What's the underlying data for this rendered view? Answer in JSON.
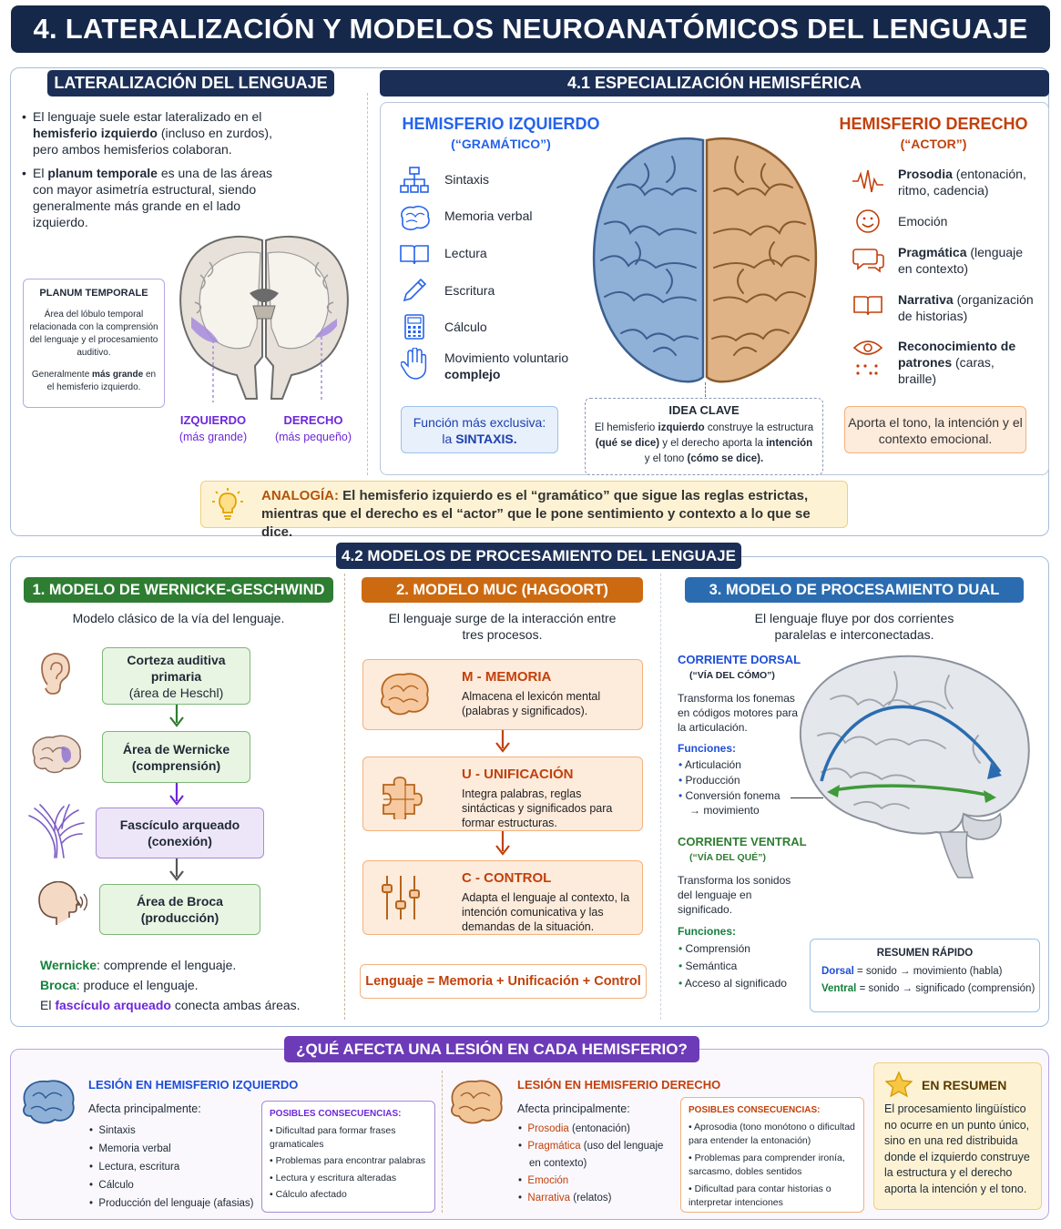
{
  "title": "4. LATERALIZACIÓN Y MODELOS NEUROANATÓMICOS DEL LENGUAJE",
  "lat": {
    "header": "LATERALIZACIÓN DEL LENGUAJE",
    "b1a": "El lenguaje suele estar lateralizado en el",
    "b1b": "hemisferio izquierdo",
    "b1c": "(incluso en zurdos), pero ambos hemisferios colaboran.",
    "b2a": "El",
    "b2b": "planum temporale",
    "b2c": "es una de las áreas con mayor asimetría estructural, siendo generalmente más grande en el lado izquierdo.",
    "pt_title": "PLANUM TEMPORALE",
    "pt_desc": "Área del lóbulo temporal relacionada con la comprensión del lenguaje y el procesamiento auditivo.",
    "pt_note_a": "Generalmente",
    "pt_note_b": "más grande",
    "pt_note_c": "en el hemisferio izquierdo.",
    "left_label": "IZQUIERDO",
    "left_sub": "(más grande)",
    "right_label": "DERECHO",
    "right_sub": "(más pequeño)"
  },
  "spec": {
    "header": "4.1 ESPECIALIZACIÓN HEMISFÉRICA",
    "left_title": "HEMISFERIO IZQUIERDO",
    "left_sub": "(“GRAMÁTICO”)",
    "left_items": [
      "Sintaxis",
      "Memoria verbal",
      "Lectura",
      "Escritura",
      "Cálculo"
    ],
    "left_item6a": "Movimiento voluntario",
    "left_item6b": "complejo",
    "left_box_a": "Función más exclusiva:",
    "left_box_b": "la",
    "left_box_c": "SINTAXIS.",
    "right_title": "HEMISFERIO DERECHO",
    "right_sub": "(“ACTOR”)",
    "r1a": "Prosodia",
    "r1b": "(entonación, ritmo, cadencia)",
    "r2": "Emoción",
    "r3a": "Pragmática",
    "r3b": "(lenguaje en contexto)",
    "r4a": "Narrativa",
    "r4b": "(organización de historias)",
    "r5a": "Reconocimiento de patrones",
    "r5b": "(caras, braille)",
    "right_box_a": "Aporta el tono,",
    "right_box_b": "la intención y el contexto emocional.",
    "idea_title": "IDEA CLAVE",
    "idea_a": "El hemisferio",
    "idea_b": "izquierdo",
    "idea_c": "construye la estructura",
    "idea_d": "(qué se dice)",
    "idea_e": "y el derecho aporta la",
    "idea_f": "intención",
    "idea_g": "y el tono",
    "idea_h": "(cómo se dice).",
    "analogy_a": "ANALOGÍA:",
    "analogy_b": "El hemisferio izquierdo es el “gramático” que sigue las reglas estrictas,",
    "analogy_c": "mientras que el derecho es el “actor” que le pone sentimiento y contexto a lo que se dice."
  },
  "models": {
    "header": "4.2 MODELOS DE PROCESAMIENTO DEL LENGUAJE",
    "w": {
      "header": "1. MODELO DE WERNICKE-GESCHWIND",
      "desc": "Modelo clásico de la vía del lenguaje.",
      "s1a": "Corteza auditiva",
      "s1b": "primaria",
      "s1c": "(área de Heschl)",
      "s2a": "Área de Wernicke",
      "s2b": "(comprensión)",
      "s3a": "Fascículo arqueado",
      "s3b": "(conexión)",
      "s4a": "Área de Broca",
      "s4b": "(producción)",
      "f1a": "Wernicke",
      "f1b": ": comprende el lenguaje.",
      "f2a": "Broca",
      "f2b": ": produce el lenguaje.",
      "f3a": "El",
      "f3b": "fascículo arqueado",
      "f3c": "conecta ambas áreas."
    },
    "muc": {
      "header": "2. MODELO MUC (HAGOORT)",
      "desc_a": "El lenguaje surge de la interacción entre",
      "desc_b": "tres procesos.",
      "m_t": "M - MEMORIA",
      "m_d": "Almacena el lexicón mental (palabras y significados).",
      "u_t": "U - UNIFICACIÓN",
      "u_d": "Integra palabras, reglas sintácticas y significados para formar estructuras.",
      "c_t": "C - CONTROL",
      "c_d": "Adapta el lenguaje al contexto, la intención comunicativa y las demandas de la situación.",
      "formula": "Lenguaje = Memoria + Unificación + Control"
    },
    "dual": {
      "header": "3. MODELO DE PROCESAMIENTO DUAL",
      "desc_a": "El lenguaje fluye por dos corrientes",
      "desc_b": "paralelas e interconectadas.",
      "dorsal_t": "CORRIENTE DORSAL",
      "dorsal_s": "(“VÍA DEL CÓMO”)",
      "dorsal_d": "Transforma los fonemas en códigos motores para la articulación.",
      "func": "Funciones:",
      "dorsal_f": [
        "Articulación",
        "Producción",
        "Conversión fonema"
      ],
      "dorsal_f3b": "→ movimiento",
      "ventral_t": "CORRIENTE VENTRAL",
      "ventral_s": "(“VÍA DEL QUÉ”)",
      "ventral_d": "Transforma los sonidos del lenguaje en significado.",
      "ventral_f": [
        "Comprensión",
        "Semántica",
        "Acceso al significado"
      ],
      "sum_t": "RESUMEN RÁPIDO",
      "sum1a": "Dorsal",
      "sum1b": "= sonido → movimiento (habla)",
      "sum2a": "Ventral",
      "sum2b": "= sonido → significado (comprensión)"
    }
  },
  "lesion": {
    "header": "¿QUÉ AFECTA UNA LESIÓN EN CADA HEMISFERIO?",
    "l_title": "LESIÓN EN HEMISFERIO IZQUIERDO",
    "affects": "Afecta principalmente:",
    "l_items": [
      "Sintaxis",
      "Memoria verbal",
      "Lectura, escritura",
      "Cálculo",
      "Producción del lenguaje (afasias)"
    ],
    "cons": "POSIBLES CONSECUENCIAS:",
    "l_cons": [
      "Dificultad para formar frases gramaticales",
      "Problemas para encontrar palabras",
      "Lectura y escritura alteradas",
      "Cálculo afectado"
    ],
    "r_title": "LESIÓN EN HEMISFERIO DERECHO",
    "r1a": "Prosodia",
    "r1b": "(entonación)",
    "r2a": "Pragmática",
    "r2b": "(uso del lenguaje en contexto)",
    "r3a": "Emoción",
    "r4a": "Narrativa",
    "r4b": "(relatos)",
    "r_cons": [
      "Aprosodia (tono monótono o dificultad para entender la entonación)",
      "Problemas para comprender ironía, sarcasmo, dobles sentidos",
      "Dificultad para contar historias o interpretar intenciones"
    ],
    "sum_t": "EN RESUMEN",
    "sum_d": "El procesamiento lingüístico no ocurre en un punto único, sino en una red distribuida donde el izquierdo construye la estructura y el derecho aporta la intención y el tono."
  },
  "colors": {
    "navy": "#16284a",
    "blue": "#2563eb",
    "orange": "#c2410c",
    "green": "#2e7d32",
    "purple": "#6d28d9"
  }
}
